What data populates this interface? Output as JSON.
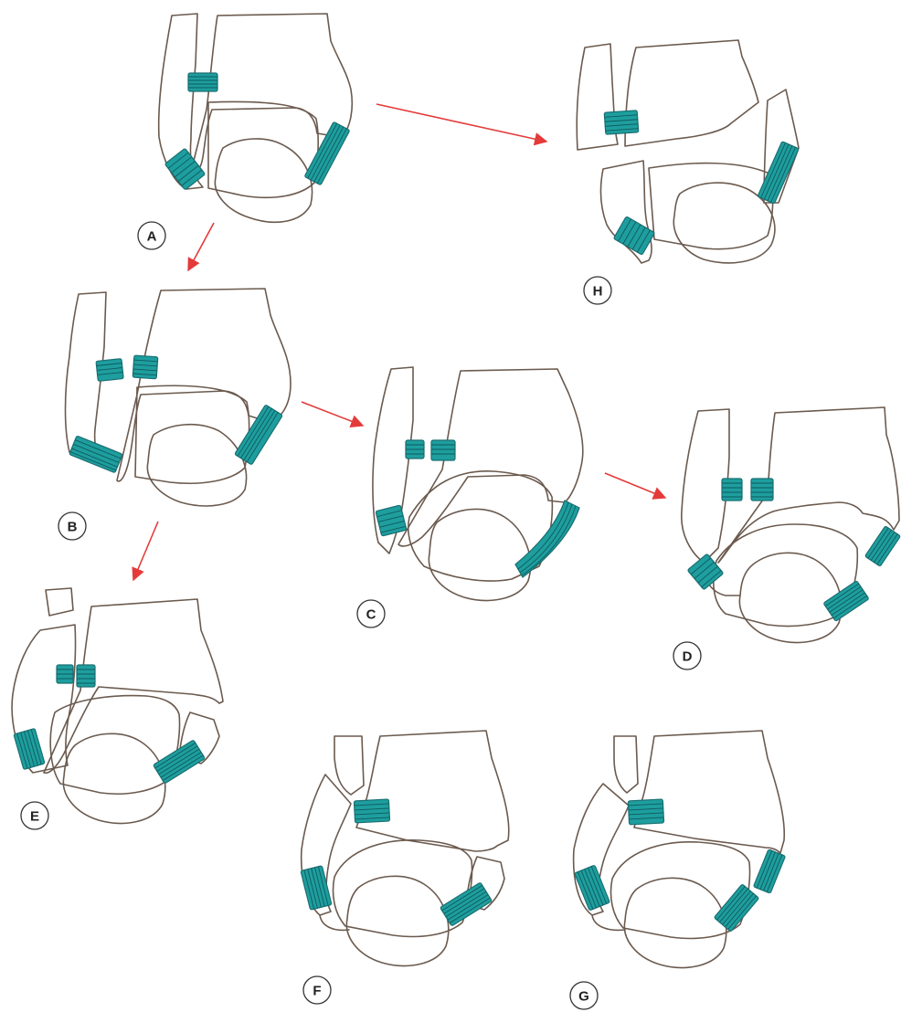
{
  "labels": {
    "A": "A",
    "B": "B",
    "C": "C",
    "D": "D",
    "E": "E",
    "F": "F",
    "G": "G",
    "H": "H"
  },
  "colors": {
    "ligament": "#1e9e9e",
    "ligament_stroke": "#1a6f72",
    "bone_outline": "#6b5a4e",
    "arrow": "#e53a3a"
  }
}
